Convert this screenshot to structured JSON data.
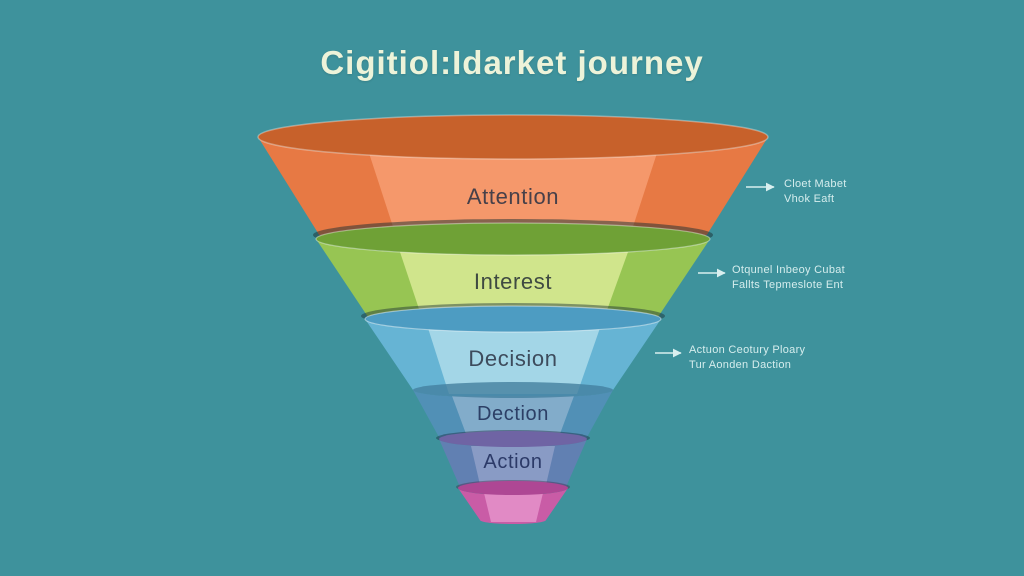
{
  "title": "Cigitiol:Idarket journey",
  "colors": {
    "background": "#3e929c",
    "title": "#edf3d9",
    "annotation_text": "#d5eded",
    "arrow": "#d9efef"
  },
  "funnel": {
    "stages": [
      {
        "label": "Attention",
        "rim": "#c7612b",
        "side": "#e77944",
        "center": "#f59a6e",
        "label_color": "#474049"
      },
      {
        "label": "Interest",
        "rim": "#6fa136",
        "side": "#97c553",
        "center": "#d3e78f",
        "label_color": "#3f4a42"
      },
      {
        "label": "Decision",
        "rim": "#4d9cc2",
        "side": "#66b4d4",
        "center": "#a6d8e8",
        "label_color": "#3d4b5c"
      },
      {
        "label": "Dection",
        "rim": "#44809f",
        "side": "#5190b6",
        "center": "#85aecb",
        "label_color": "#2c3f66"
      },
      {
        "label": "Action",
        "rim": "#6f64a4",
        "side": "#6180b2",
        "center": "#8b9cc6",
        "label_color": "#2c3a68"
      },
      {
        "label": "",
        "rim": "#ae4794",
        "side": "#c95ca6",
        "center": "#e38cc6",
        "label_color": "#2c3a68"
      }
    ]
  },
  "annotations": [
    {
      "line1": "Cloet Mabet",
      "line2": "Vhok Eaft"
    },
    {
      "line1": "Otqunel Inbeoy Cubat",
      "line2": "Fallts Tepmeslote Ent"
    },
    {
      "line1": "Actuon Ceotury Ploary",
      "line2": "Tur Aonden Daction"
    }
  ]
}
